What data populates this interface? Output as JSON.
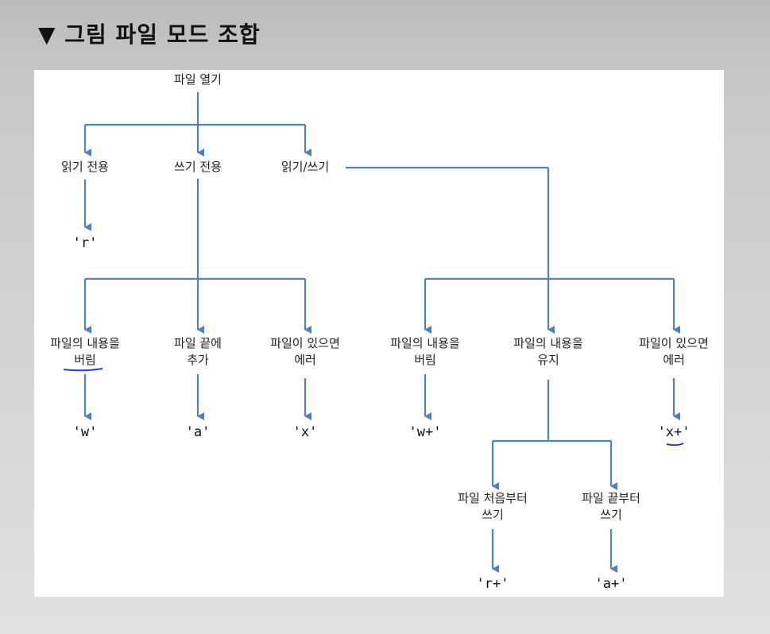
{
  "title": "▼ 그림  파일 모드 조합",
  "colors": {
    "line": "#4f81bd",
    "underline": "#1f3fbf"
  },
  "diagram": {
    "root": "파일 열기",
    "read_only": "읽기 전용",
    "write_only": "쓰기 전용",
    "read_write": "읽기/쓰기",
    "discard_contents": "파일의 내용을",
    "discard_word": "버림",
    "append_line1": "파일 끝에",
    "append_line2": "추가",
    "exists_line1": "파일이 있으면",
    "exists_line2": "에러",
    "keep_contents_line1": "파일의 내용을",
    "keep_contents_line2": "유지",
    "from_start_line1": "파일 처음부터",
    "from_end_line1": "파일 끝부터",
    "write_word": "쓰기",
    "modes": {
      "r": "'r'",
      "w": "'w'",
      "a": "'a'",
      "x": "'x'",
      "w_plus": "'w+'",
      "x_plus": "'x+'",
      "r_plus": "'r+'",
      "a_plus": "'a+'"
    }
  }
}
